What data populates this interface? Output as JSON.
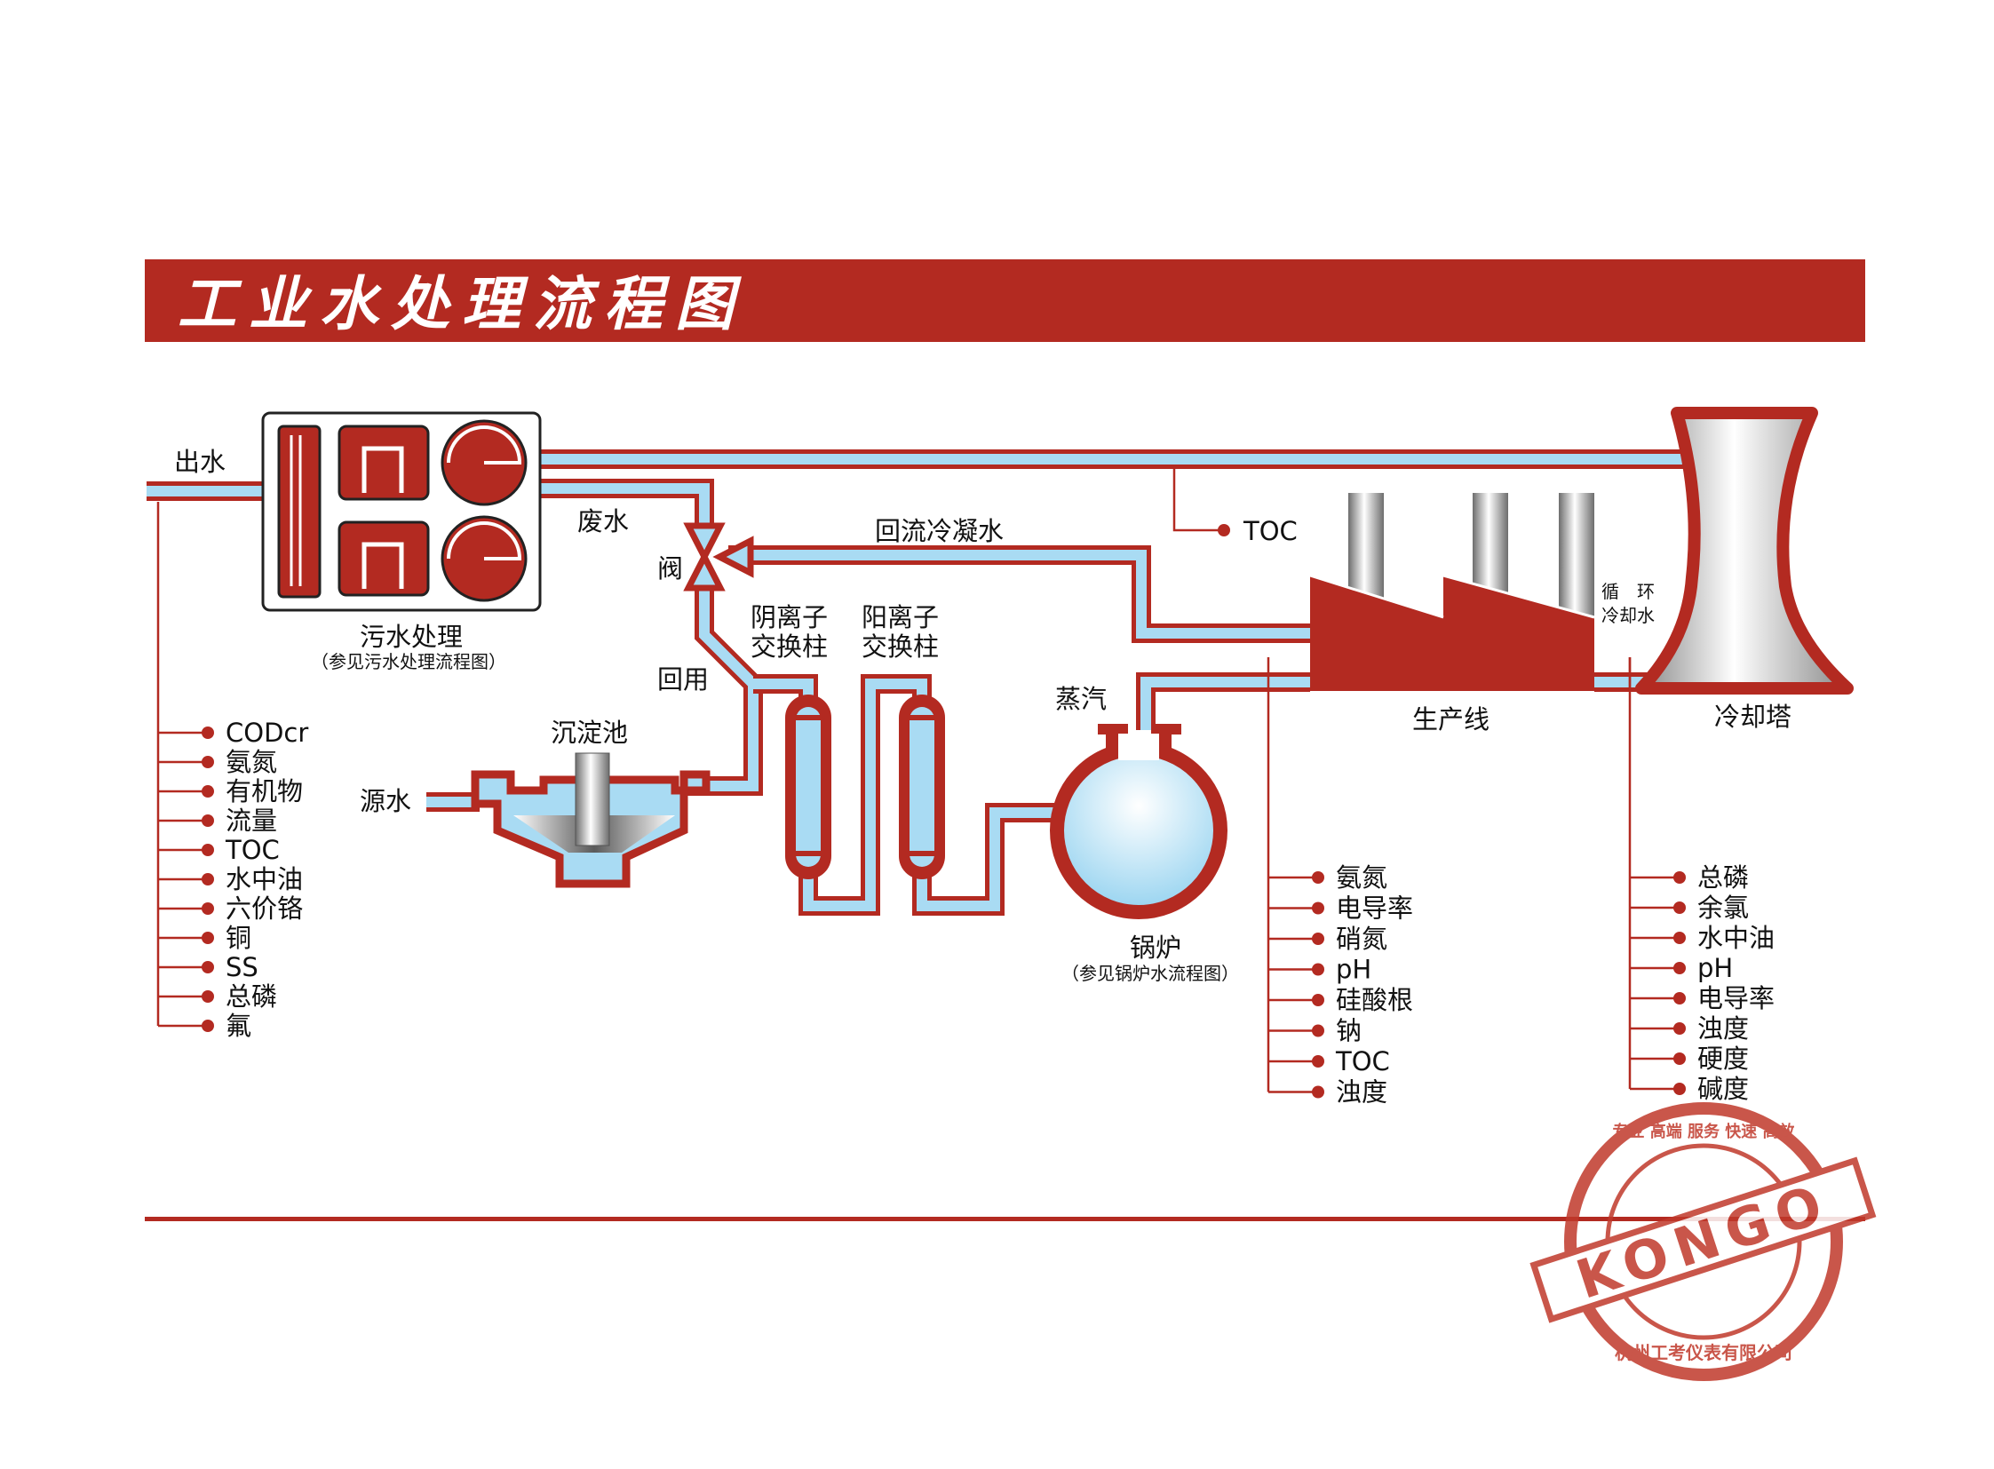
{
  "title": "工业水处理流程图",
  "colors": {
    "brand_red": "#b32a21",
    "water_blue": "#a9dbf3",
    "steel_gray": "#7d7d7d"
  },
  "labels": {
    "outflow": "出水",
    "wastewater": "废水",
    "valve": "阀",
    "reflux_condensate": "回流冷凝水",
    "reuse": "回用",
    "anion_column": [
      "阴离子",
      "交换柱"
    ],
    "cation_column": [
      "阳离子",
      "交换柱"
    ],
    "steam": "蒸汽",
    "source_water": "源水",
    "sedimentation_tank": "沉淀池",
    "sewage_treatment": "污水处理",
    "sewage_note": "（参见污水处理流程图）",
    "boiler": "锅炉",
    "boiler_note": "（参见锅炉水流程图）",
    "production_line": "生产线",
    "cooling_tower": "冷却塔",
    "circulating_cooling_water": [
      "循　环",
      "冷却水"
    ],
    "toc_tap": "TOC"
  },
  "lists": {
    "sewage": [
      "CODcr",
      "氨氮",
      "有机物",
      "流量",
      "TOC",
      "水中油",
      "六价铬",
      "铜",
      "SS",
      "总磷",
      "氟"
    ],
    "production": [
      "氨氮",
      "电导率",
      "硝氮",
      "pH",
      "硅酸根",
      "钠",
      "TOC",
      "浊度"
    ],
    "cooling": [
      "总磷",
      "余氯",
      "水中油",
      "pH",
      "电导率",
      "浊度",
      "硬度",
      "碱度"
    ]
  },
  "stamp": {
    "brand": "KONGO",
    "company": "杭州工考仪表有限公司",
    "slogan": "专业  高端  服务  快速  高效"
  }
}
